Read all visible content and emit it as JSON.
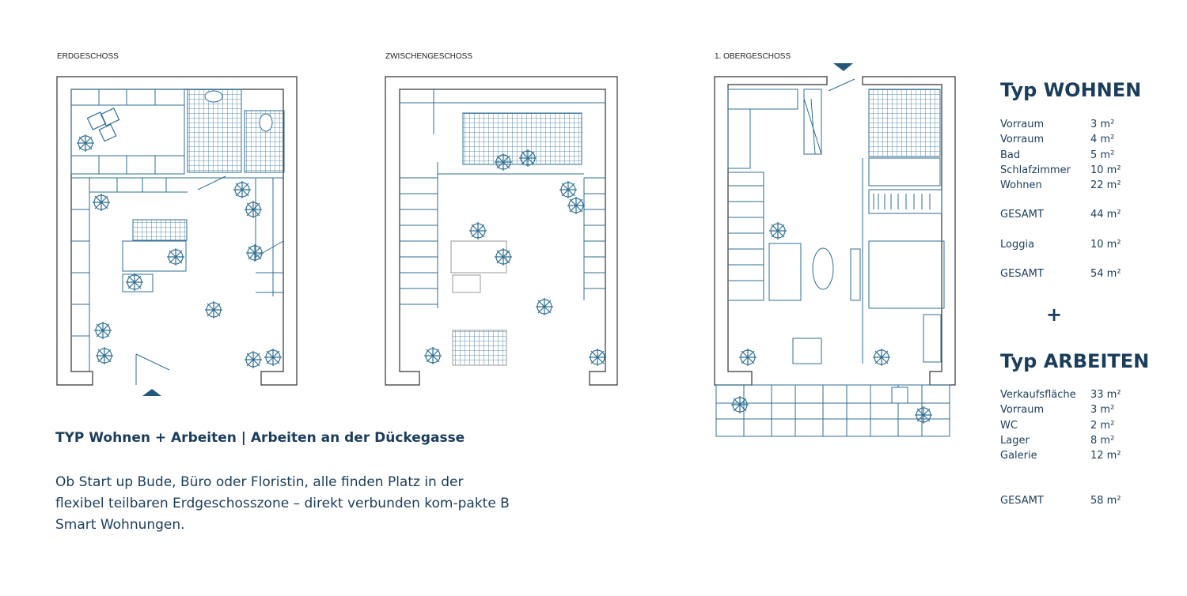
{
  "plans": {
    "ground": "ERDGESCHOSS",
    "mezzanine": "ZWISCHENGESCHOSS",
    "first": "1. OBERGESCHOSS"
  },
  "intro": {
    "title": "TYP Wohnen + Arbeiten | Arbeiten an der Dückegasse",
    "text": "Ob Start up Bude, Büro oder Floristin, alle finden Platz in der flexibel teilbaren Erdgeschosszone – direkt verbunden kom-pakte B Smart Wohnungen."
  },
  "wohnen": {
    "heading": "Typ WOHNEN",
    "rooms": [
      {
        "name": "Vorraum",
        "area": "3 m²"
      },
      {
        "name": "Vorraum",
        "area": "4 m²"
      },
      {
        "name": "Bad",
        "area": "5 m²"
      },
      {
        "name": "Schlafzimmer",
        "area": "10 m²"
      },
      {
        "name": "Wohnen",
        "area": "22 m²"
      }
    ],
    "total1": {
      "name": "GESAMT",
      "area": "44 m²"
    },
    "loggia": {
      "name": "Loggia",
      "area": "10 m²"
    },
    "total2": {
      "name": "GESAMT",
      "area": "54 m²"
    }
  },
  "plus": "+",
  "arbeiten": {
    "heading": "Typ ARBEITEN",
    "rooms": [
      {
        "name": "Verkaufsfläche",
        "area": "33 m²"
      },
      {
        "name": "Vorraum",
        "area": "3 m²"
      },
      {
        "name": "WC",
        "area": "2 m²"
      },
      {
        "name": "Lager",
        "area": "8 m²"
      },
      {
        "name": "Galerie",
        "area": "12 m²"
      }
    ],
    "total": {
      "name": "GESAMT",
      "area": "58 m²"
    }
  },
  "colors": {
    "text": "#1b3d5c",
    "plan": "#2f6f93",
    "wall": "#333333",
    "marker": "#22597a"
  }
}
